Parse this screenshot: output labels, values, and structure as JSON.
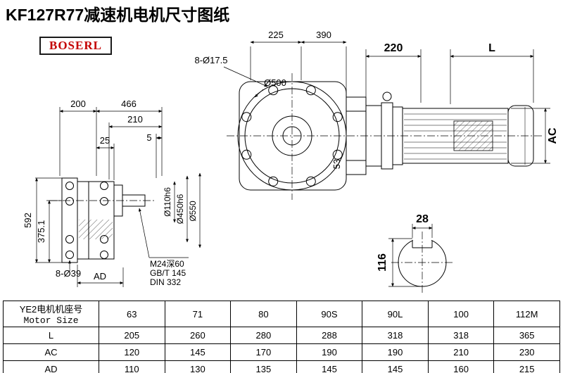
{
  "title": "KF127R77减速机电机尺寸图纸",
  "brand": "BOSERL",
  "front_view": {
    "dim_top_left": "225",
    "dim_top_right": "390",
    "bolt_holes": "8-Ø17.5",
    "flange_dia": "Ø500",
    "adapter_len": "220",
    "motor_len": "L",
    "motor_dia": "AC",
    "dim_53": "53"
  },
  "side_view": {
    "dim_200": "200",
    "dim_466": "466",
    "dim_210": "210",
    "dim_5": "5",
    "dim_25": "25",
    "dim_592": "592",
    "dim_375_1": "375.1",
    "bolt_holes": "8-Ø39",
    "dim_AD": "AD",
    "shaft_dia": "Ø110h6",
    "spigot_dia": "Ø450h6",
    "flange_dia": "Ø550",
    "note_tap": "M24深60",
    "note_gb": "GB/T 145",
    "note_din": "DIN 332"
  },
  "shaft_view": {
    "key_width": "28",
    "dia_height": "116"
  },
  "table": {
    "motor_size_label_cn": "YE2电机机座号",
    "motor_size_label_en": "Motor Size",
    "sizes": [
      "63",
      "71",
      "80",
      "90S",
      "90L",
      "100",
      "112M"
    ],
    "rows": [
      {
        "label": "L",
        "values": [
          "205",
          "260",
          "280",
          "288",
          "318",
          "318",
          "365"
        ]
      },
      {
        "label": "AC",
        "values": [
          "120",
          "145",
          "170",
          "190",
          "190",
          "210",
          "230"
        ]
      },
      {
        "label": "AD",
        "values": [
          "110",
          "130",
          "135",
          "145",
          "145",
          "160",
          "215"
        ]
      }
    ]
  }
}
